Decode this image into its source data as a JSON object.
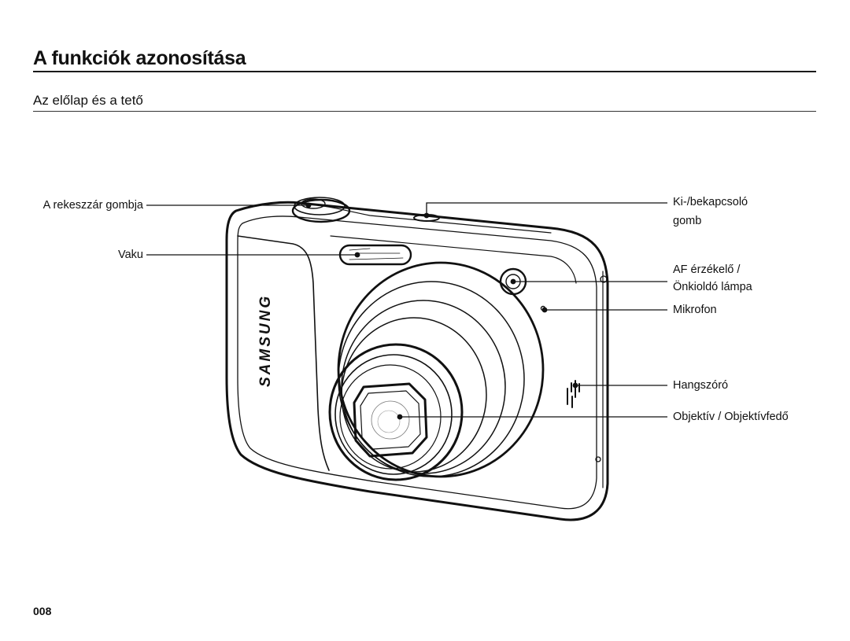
{
  "page": {
    "title": "A funkciók azonosítása",
    "subtitle": "Az előlap és a tető",
    "page_number": "008"
  },
  "camera": {
    "brand": "SAMSUNG"
  },
  "callouts": {
    "shutter": "A rekeszzár gombja",
    "flash": "Vaku",
    "power_line1": "Ki-/bekapcsoló",
    "power_line2": "gomb",
    "af_line1": "AF érzékelő /",
    "af_line2": "Önkioldó lámpa",
    "mic": "Mikrofon",
    "speaker": "Hangszóró",
    "lens": "Objektív / Objektívfedő"
  },
  "icons": {
    "callout_dot": "callout-dot",
    "camera": "camera-illustration"
  },
  "colors": {
    "ink": "#111111",
    "paper": "#ffffff"
  }
}
